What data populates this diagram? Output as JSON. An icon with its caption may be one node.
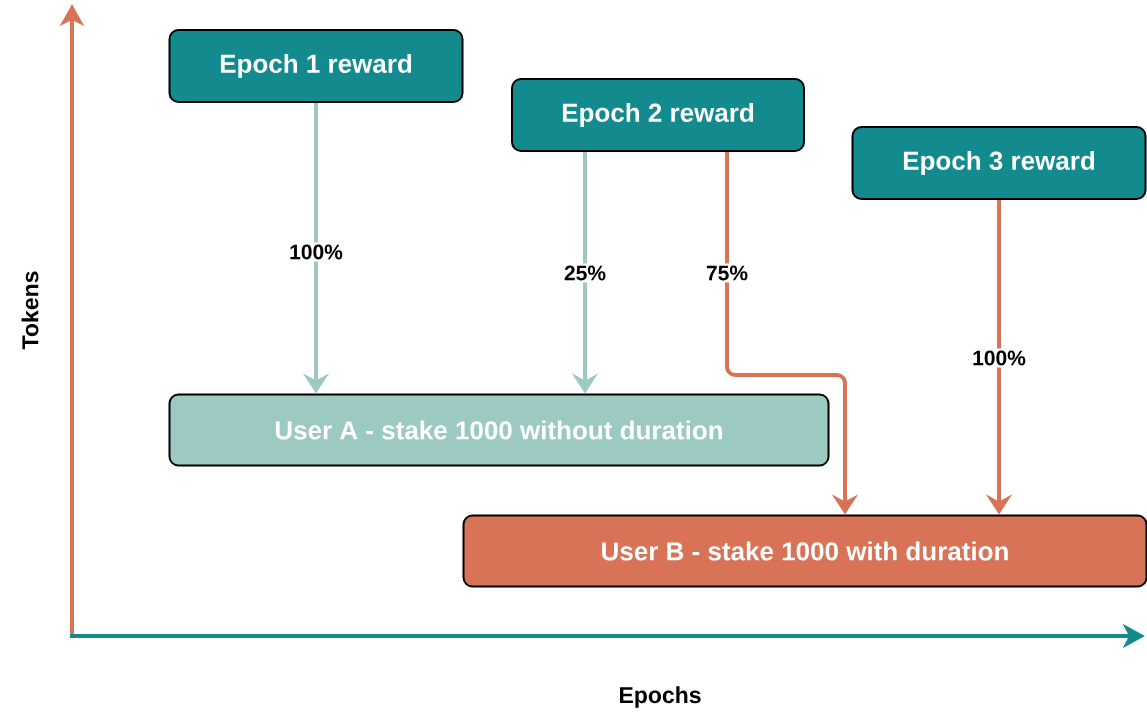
{
  "diagram": {
    "nodes": [
      {
        "text": [
          "Epoch 1 reward"
        ]
      },
      {
        "text": [
          "Epoch 2 reward"
        ]
      },
      {
        "text": [
          "Epoch 3 reward"
        ]
      },
      {
        "text": [
          "User A - stake 1000 without duration"
        ]
      },
      {
        "text": [
          "User B - stake 1000 with duration"
        ]
      }
    ],
    "edges": [
      {
        "from": 0,
        "to": 3,
        "arrow": "to",
        "label": "100%",
        "color": "#9ccac3"
      },
      {
        "from": 1,
        "to": 3,
        "arrow": "to",
        "label": "25%",
        "color": "#9ccac3"
      },
      {
        "from": 1,
        "to": 4,
        "arrow": "to",
        "label": "75%",
        "color": "#d87357"
      },
      {
        "from": 2,
        "to": 4,
        "arrow": "to",
        "label": "100%",
        "color": "#d87357"
      }
    ],
    "labels": [
      "Tokens",
      "Epochs"
    ]
  }
}
